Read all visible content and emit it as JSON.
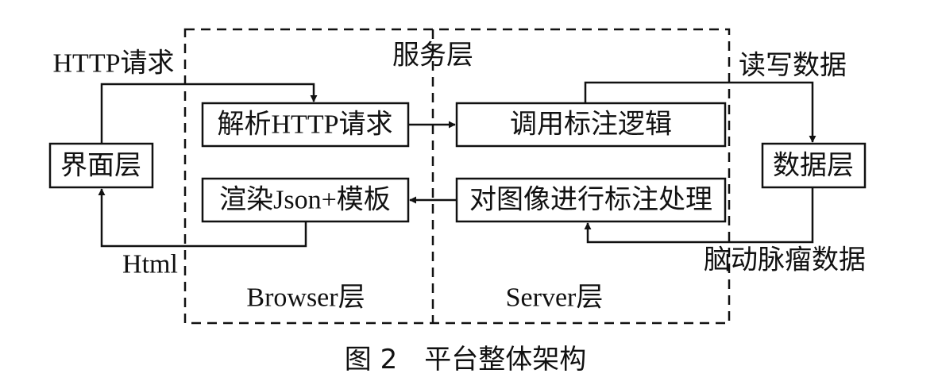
{
  "diagram": {
    "region_labels": {
      "service": "服务层",
      "browser": "Browser层",
      "server": "Server层"
    },
    "nodes": {
      "ui_layer": "界面层",
      "data_layer": "数据层",
      "parse_request": "解析HTTP请求",
      "invoke_logic": "调用标注逻辑",
      "render_template": "渲染Json+模板",
      "annotate_images": "对图像进行标注处理"
    },
    "edge_labels": {
      "http_request": "HTTP请求",
      "html": "Html",
      "read_write": "读写数据",
      "aneurysm_data": "脑动脉瘤数据"
    },
    "caption": "图 2　平台整体架构"
  },
  "colors": {
    "stroke": "#111111",
    "text": "#111111",
    "background": "#ffffff"
  }
}
